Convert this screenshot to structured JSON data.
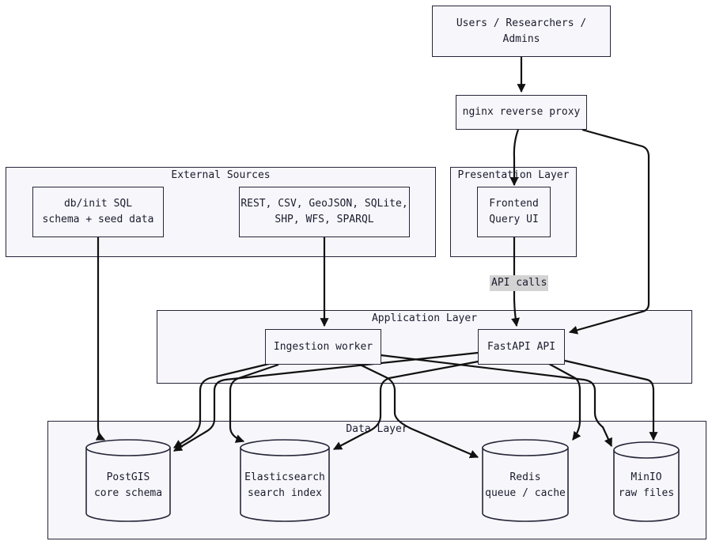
{
  "nodes": {
    "users": {
      "line1": "Users / Researchers /",
      "line2": "Admins"
    },
    "nginx": {
      "label": "nginx reverse proxy"
    },
    "dbinit": {
      "line1": "db/init SQL",
      "line2": "schema + seed data"
    },
    "sources": {
      "line1": "REST, CSV, GeoJSON, SQLite,",
      "line2": "SHP, WFS, SPARQL"
    },
    "frontend": {
      "line1": "Frontend",
      "line2": "Query UI"
    },
    "ingestion": {
      "label": "Ingestion worker"
    },
    "fastapi": {
      "label": "FastAPI API"
    },
    "postgis": {
      "line1": "PostGIS",
      "line2": "core schema"
    },
    "elastic": {
      "line1": "Elasticsearch",
      "line2": "search index"
    },
    "redis": {
      "line1": "Redis",
      "line2": "queue / cache"
    },
    "minio": {
      "line1": "MinIO",
      "line2": "raw files"
    }
  },
  "clusters": {
    "external": "External Sources",
    "presentation": "Presentation Layer",
    "application": "Application Layer",
    "data": "Data Layer"
  },
  "edge_labels": {
    "api_calls": "API calls"
  }
}
